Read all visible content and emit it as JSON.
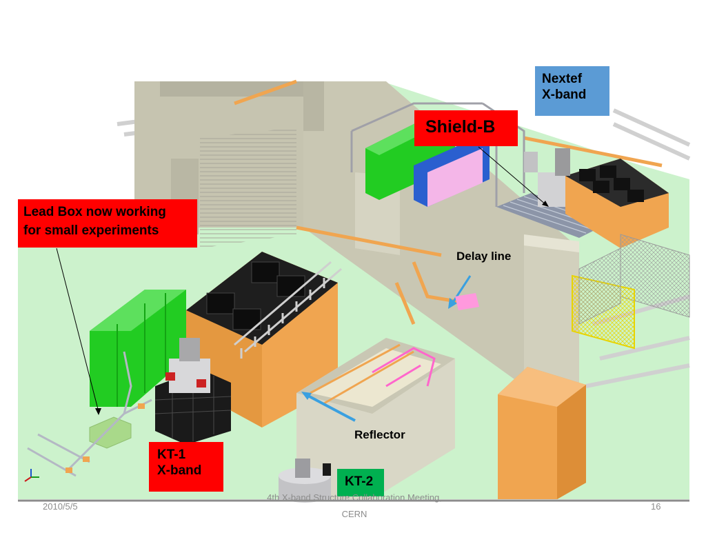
{
  "labels": {
    "nextef": "Nextef\nX-band",
    "shield": "Shield-B",
    "lead_box": "Lead Box now working\nfor small experiments",
    "delay_line": "Delay line",
    "reflector": "Reflector",
    "kt1": "KT-1\nX-band",
    "kt2": "KT-2"
  },
  "footer": {
    "date": "2010/5/5",
    "meeting": "4th X-band Structure Collaboration Meeting,",
    "location": "CERN",
    "page": "16"
  },
  "colors": {
    "floor": "#ccf2cc",
    "wall": "#c8c6b4",
    "orange": "#f0a550",
    "green_rack": "#22cc22",
    "label_red": "#ff0000",
    "label_blue": "#5b9bd5",
    "label_green": "#00b050"
  }
}
